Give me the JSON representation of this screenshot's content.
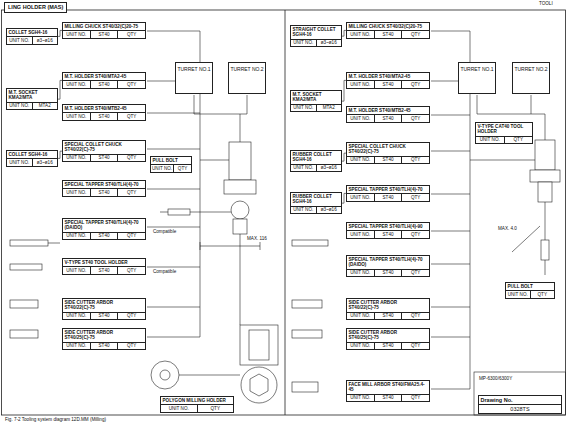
{
  "diagram": {
    "title": "LING HOLDER (MAS)",
    "caption": "Fig. 7-2   Tooling system diagram 12D.MM (Milling)",
    "nodes": [
      {
        "text": [
          "TURRET NO.1"
        ]
      },
      {
        "text": [
          "TURRET NO.2"
        ]
      },
      {
        "text": [
          "COLLET SGH4-16",
          "UNIT NO.",
          "ø3~ø16"
        ]
      },
      {
        "text": [
          "MILLING CHUCK ST40/32(C)20-75",
          "UNIT NO.",
          "ST40",
          "QTY"
        ]
      },
      {
        "text": [
          "M.T. SOCKET KMA2/MTA",
          "UNIT NO.",
          "MTA2"
        ]
      },
      {
        "text": [
          "M.T. HOLDER ST40/MTA2-45",
          "UNIT NO.",
          "ST40",
          "QTY"
        ]
      },
      {
        "text": [
          "M.T. HOLDER ST40/MTB2-45",
          "UNIT NO.",
          "ST40",
          "QTY"
        ]
      },
      {
        "text": [
          "COLLET SGH4-16",
          "UNIT NO.",
          "ø3~ø16"
        ]
      },
      {
        "text": [
          "SPECIAL COLLET CHUCK ST40/22(C)-75",
          "UNIT NO.",
          "ST40",
          "QTY"
        ]
      },
      {
        "text": [
          "PULL BOLT",
          "UNIT NO.",
          "QTY"
        ]
      },
      {
        "text": [
          "SPECIAL TAPPER ST40/TLH(4)-70",
          "UNIT NO.",
          "ST40",
          "QTY"
        ]
      },
      {
        "text": [
          "SPECIAL TAPPER ST40/TLH(4)-70 (DAIDO)",
          "UNIT NO.",
          "ST40",
          "QTY"
        ]
      },
      {
        "text": [
          "V-TYPE ST40 TOOL HOLDER",
          "UNIT NO.",
          "ST40",
          "QTY"
        ]
      },
      {
        "text": [
          "SIDE CUTTER ARBOR ST40/22(C)-75",
          "UNIT NO.",
          "ST40",
          "QTY"
        ]
      },
      {
        "text": [
          "SIDE CUTTER ARBOR ST40/25(C)-75",
          "UNIT NO.",
          "ST40",
          "QTY"
        ]
      },
      {
        "text": [
          "POLYGON MILLING HOLDER",
          "UNIT NO.",
          "QTY"
        ]
      },
      {
        "text": [
          "TURRET NO.1"
        ]
      },
      {
        "text": [
          "TURRET NO.2"
        ]
      },
      {
        "text": [
          "STRAIGHT COLLET SGH4-16",
          "UNIT NO.",
          "ø3~ø16"
        ]
      },
      {
        "text": [
          "MILLING CHUCK ST40/32(C)20-75",
          "UNIT NO.",
          "ST40",
          "QTY"
        ]
      },
      {
        "text": [
          "M.T. SOCKET KMA2/MTA",
          "UNIT NO.",
          "MTA2"
        ]
      },
      {
        "text": [
          "M.T. HOLDER ST40/MTA2-45",
          "UNIT NO.",
          "ST40",
          "QTY"
        ]
      },
      {
        "text": [
          "M.T. HOLDER ST40/MTB2-45",
          "UNIT NO.",
          "ST40",
          "QTY"
        ]
      },
      {
        "text": [
          "RUBBER COLLET SGH4-16",
          "UNIT NO.",
          "ø3~ø16"
        ]
      },
      {
        "text": [
          "SPECIAL COLLET CHUCK ST40/22(C)-75",
          "UNIT NO.",
          "ST40",
          "QTY"
        ]
      },
      {
        "text": [
          "RUBBER COLLET SGH4-16",
          "UNIT NO.",
          "ø3~ø16"
        ]
      },
      {
        "text": [
          "SPECIAL TAPPER ST40/TLH(4)-70",
          "UNIT NO.",
          "ST40",
          "QTY"
        ]
      },
      {
        "text": [
          "SPECIAL TAPPER ST40/TLH(4)-90",
          "UNIT NO.",
          "ST40",
          "QTY"
        ]
      },
      {
        "text": [
          "SPECIAL TAPPER ST40/TLH(4)-70 (DAIDO)",
          "UNIT NO.",
          "ST40",
          "QTY"
        ]
      },
      {
        "text": [
          "V-TYPE CAT40 TOOL HOLDER",
          "UNIT NO.",
          "QTY"
        ]
      },
      {
        "text": [
          "PULL BOLT",
          "UNIT NO.",
          "QTY"
        ]
      },
      {
        "text": [
          "SIDE CUTTER ARBOR ST40/22(C)-75",
          "UNIT NO.",
          "ST40",
          "QTY"
        ]
      },
      {
        "text": [
          "SIDE CUTTER ARBOR ST40/25(C)-75",
          "UNIT NO.",
          "ST40",
          "QTY"
        ]
      },
      {
        "text": [
          "FACE MILL ARBOR ST40/FMA25.4-45",
          "UNIT NO.",
          "ST40",
          "QTY"
        ]
      },
      {
        "text": [
          "Drawing No.",
          "0328TS"
        ]
      }
    ],
    "edges": [
      {
        "from": 2,
        "to": 3,
        "arrow": "none"
      },
      {
        "from": 4,
        "to": 5,
        "arrow": "none"
      },
      {
        "from": 7,
        "to": 8,
        "arrow": "none"
      },
      {
        "from": 18,
        "to": 19,
        "arrow": "none"
      },
      {
        "from": 20,
        "to": 21,
        "arrow": "none"
      },
      {
        "from": 23,
        "to": 24,
        "arrow": "none"
      },
      {
        "from": 25,
        "to": 26,
        "arrow": "none"
      }
    ],
    "labels": [
      "Compatible",
      "Compatible",
      "MAX. 116",
      "MAX. 4.0",
      "MP-6300/6300Y",
      "TOOLI"
    ]
  }
}
